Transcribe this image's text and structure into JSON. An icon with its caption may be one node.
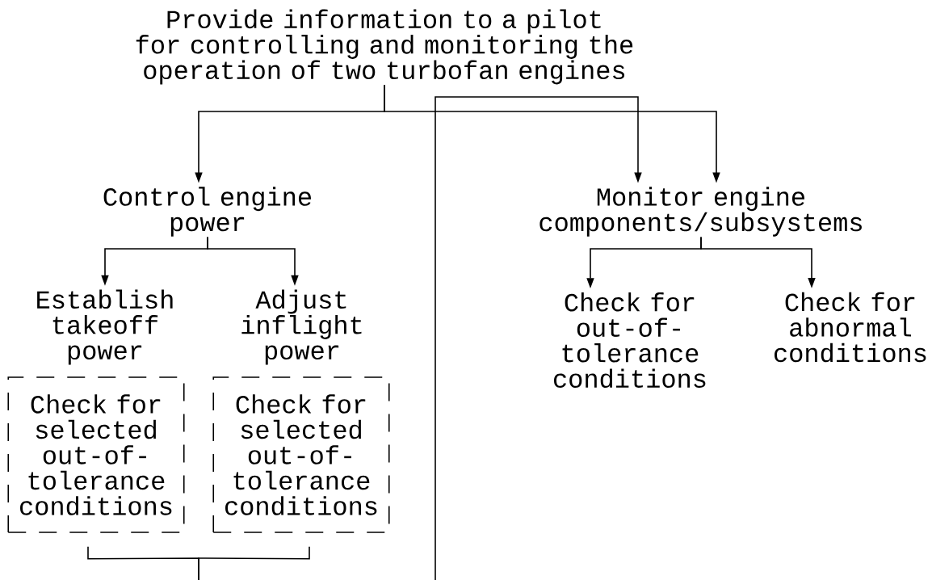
{
  "diagram": {
    "nodes": [
      {
        "text": [
          "Provide information to a pilot for controlling and monitoring the operation of two turbofan engines"
        ]
      },
      {
        "text": [
          "Control engine power"
        ]
      },
      {
        "text": [
          "Monitor engine components/subsystems"
        ]
      },
      {
        "text": [
          "Establish takeoff power"
        ]
      },
      {
        "text": [
          "Adjust inflight power"
        ]
      },
      {
        "text": [
          "Check for selected out-of-tolerance conditions"
        ]
      },
      {
        "text": [
          "Check for selected out-of-tolerance conditions"
        ]
      },
      {
        "text": [
          "Check for out-of-tolerance conditions"
        ]
      },
      {
        "text": [
          "Check for abnormal conditions"
        ]
      }
    ],
    "edges": [
      {
        "from": 0,
        "to": 1,
        "arrow": "to"
      },
      {
        "from": 0,
        "to": 2,
        "arrow": "to"
      },
      {
        "from": 1,
        "to": 3,
        "arrow": "to"
      },
      {
        "from": 1,
        "to": 4,
        "arrow": "to"
      },
      {
        "from": 2,
        "to": 7,
        "arrow": "to"
      },
      {
        "from": 2,
        "to": 8,
        "arrow": "to"
      },
      {
        "from": 5,
        "to": null,
        "arrow": "none"
      },
      {
        "from": 6,
        "to": null,
        "arrow": "none"
      },
      {
        "from": null,
        "to": 2,
        "arrow": "to"
      }
    ]
  }
}
